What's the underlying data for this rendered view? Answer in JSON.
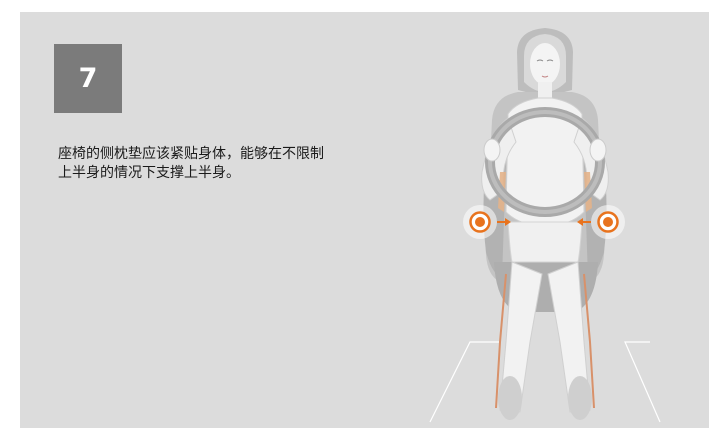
{
  "step": {
    "number": "7"
  },
  "instruction": {
    "text": "座椅的侧枕垫应该紧贴身体，能够在不限制上半身的情况下支撑上半身。"
  },
  "illustration": {
    "icons": [
      "seat-icon",
      "driver-figure",
      "steering-wheel-icon",
      "side-bolster-marker-icon",
      "arrow-right-icon",
      "arrow-left-icon"
    ],
    "colors": {
      "panel_background": "#dcdcdc",
      "badge_background": "#7b7b7b",
      "accent_orange": "#e8731e",
      "seat_gray": "#bdbdbd",
      "figure_white": "#f2f2f2"
    }
  }
}
